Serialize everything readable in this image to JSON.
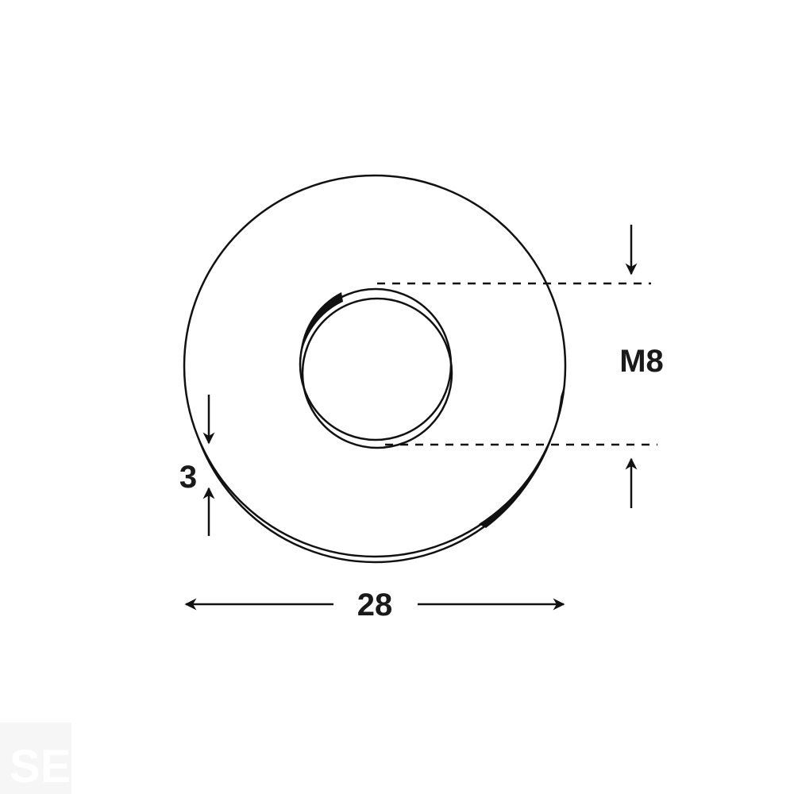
{
  "diagram": {
    "subject": "washer",
    "dimensions": {
      "outer_diameter": "28",
      "thread_size": "M8",
      "thickness": "3"
    },
    "line_color": "#111111",
    "watermark": "SE"
  }
}
